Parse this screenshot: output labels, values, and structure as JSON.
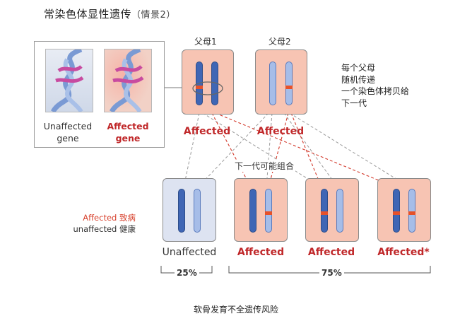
{
  "header": {
    "title": "常染色体显性遗传",
    "subtitle": "（情景2）"
  },
  "inset": {
    "unaffected_label_1": "Unaffected",
    "unaffected_label_2": "gene",
    "affected_label_1": "Affected",
    "affected_label_2": "gene"
  },
  "parents": [
    {
      "label": "父母1",
      "status": "Affected"
    },
    {
      "label": "父母2",
      "status": "Affected"
    }
  ],
  "note": {
    "line1": "每个父母",
    "line2": "随机传递",
    "line3": "一个染色体拷贝给",
    "line4": "下一代"
  },
  "combinations_label": "下一代可能组合",
  "children": [
    {
      "status": "Unaffected"
    },
    {
      "status": "Affected"
    },
    {
      "status": "Affected"
    },
    {
      "status": "Affected*"
    }
  ],
  "legend": {
    "affected": "Affected 致病",
    "unaffected": "unaffected 健康"
  },
  "percent": {
    "unaffected": "25%",
    "affected": "75%"
  },
  "caption": "软骨发育不全遗传风险",
  "colors": {
    "affected_box": "#f7c4b3",
    "unaffected_box": "#dde3f1",
    "mutation_band": "#e5512a",
    "affected_text": "#c0282a",
    "dark_chromosome": "#3f66b5",
    "light_chromosome": "#a6bde8"
  }
}
